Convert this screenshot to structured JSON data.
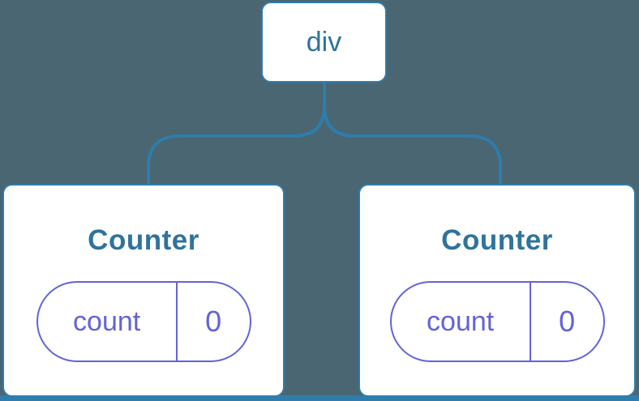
{
  "tree": {
    "root_label": "div",
    "children": [
      {
        "title": "Counter",
        "state_key": "count",
        "state_value": "0"
      },
      {
        "title": "Counter",
        "state_key": "count",
        "state_value": "0"
      }
    ]
  },
  "colors": {
    "background": "#4a6673",
    "node_fill": "#ffffff",
    "line_blue": "#2e7dab",
    "text_blue": "#2f739c",
    "state_purple": "#6363d8"
  }
}
